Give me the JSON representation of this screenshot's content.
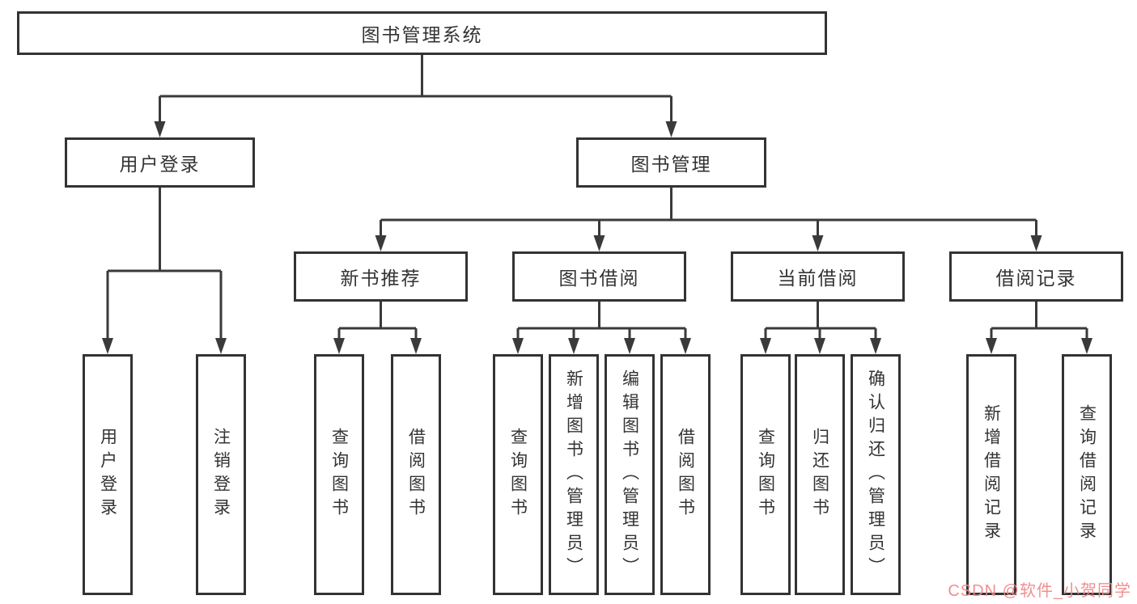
{
  "tree": {
    "label": "图书管理系统",
    "children": [
      {
        "label": "用户登录",
        "children": [
          {
            "label": "用户登录"
          },
          {
            "label": "注销登录"
          }
        ]
      },
      {
        "label": "图书管理",
        "children": [
          {
            "label": "新书推荐",
            "children": [
              {
                "label": "查询图书"
              },
              {
                "label": "借阅图书"
              }
            ]
          },
          {
            "label": "图书借阅",
            "children": [
              {
                "label": "查询图书"
              },
              {
                "label": "新增图书（管理员）"
              },
              {
                "label": "编辑图书（管理员）"
              },
              {
                "label": "借阅图书"
              }
            ]
          },
          {
            "label": "当前借阅",
            "children": [
              {
                "label": "查询图书"
              },
              {
                "label": "归还图书"
              },
              {
                "label": "确认归还（管理员）"
              }
            ]
          },
          {
            "label": "借阅记录",
            "children": [
              {
                "label": "新增借阅记录"
              },
              {
                "label": "查询借阅记录"
              }
            ]
          }
        ]
      }
    ]
  },
  "watermark": {
    "text": "CSDN @软件_小贺同学"
  },
  "colors": {
    "line": "#3a3a3a",
    "border": "#333333",
    "text": "#333333",
    "watermark": "#ef8989",
    "background": "#ffffff"
  }
}
